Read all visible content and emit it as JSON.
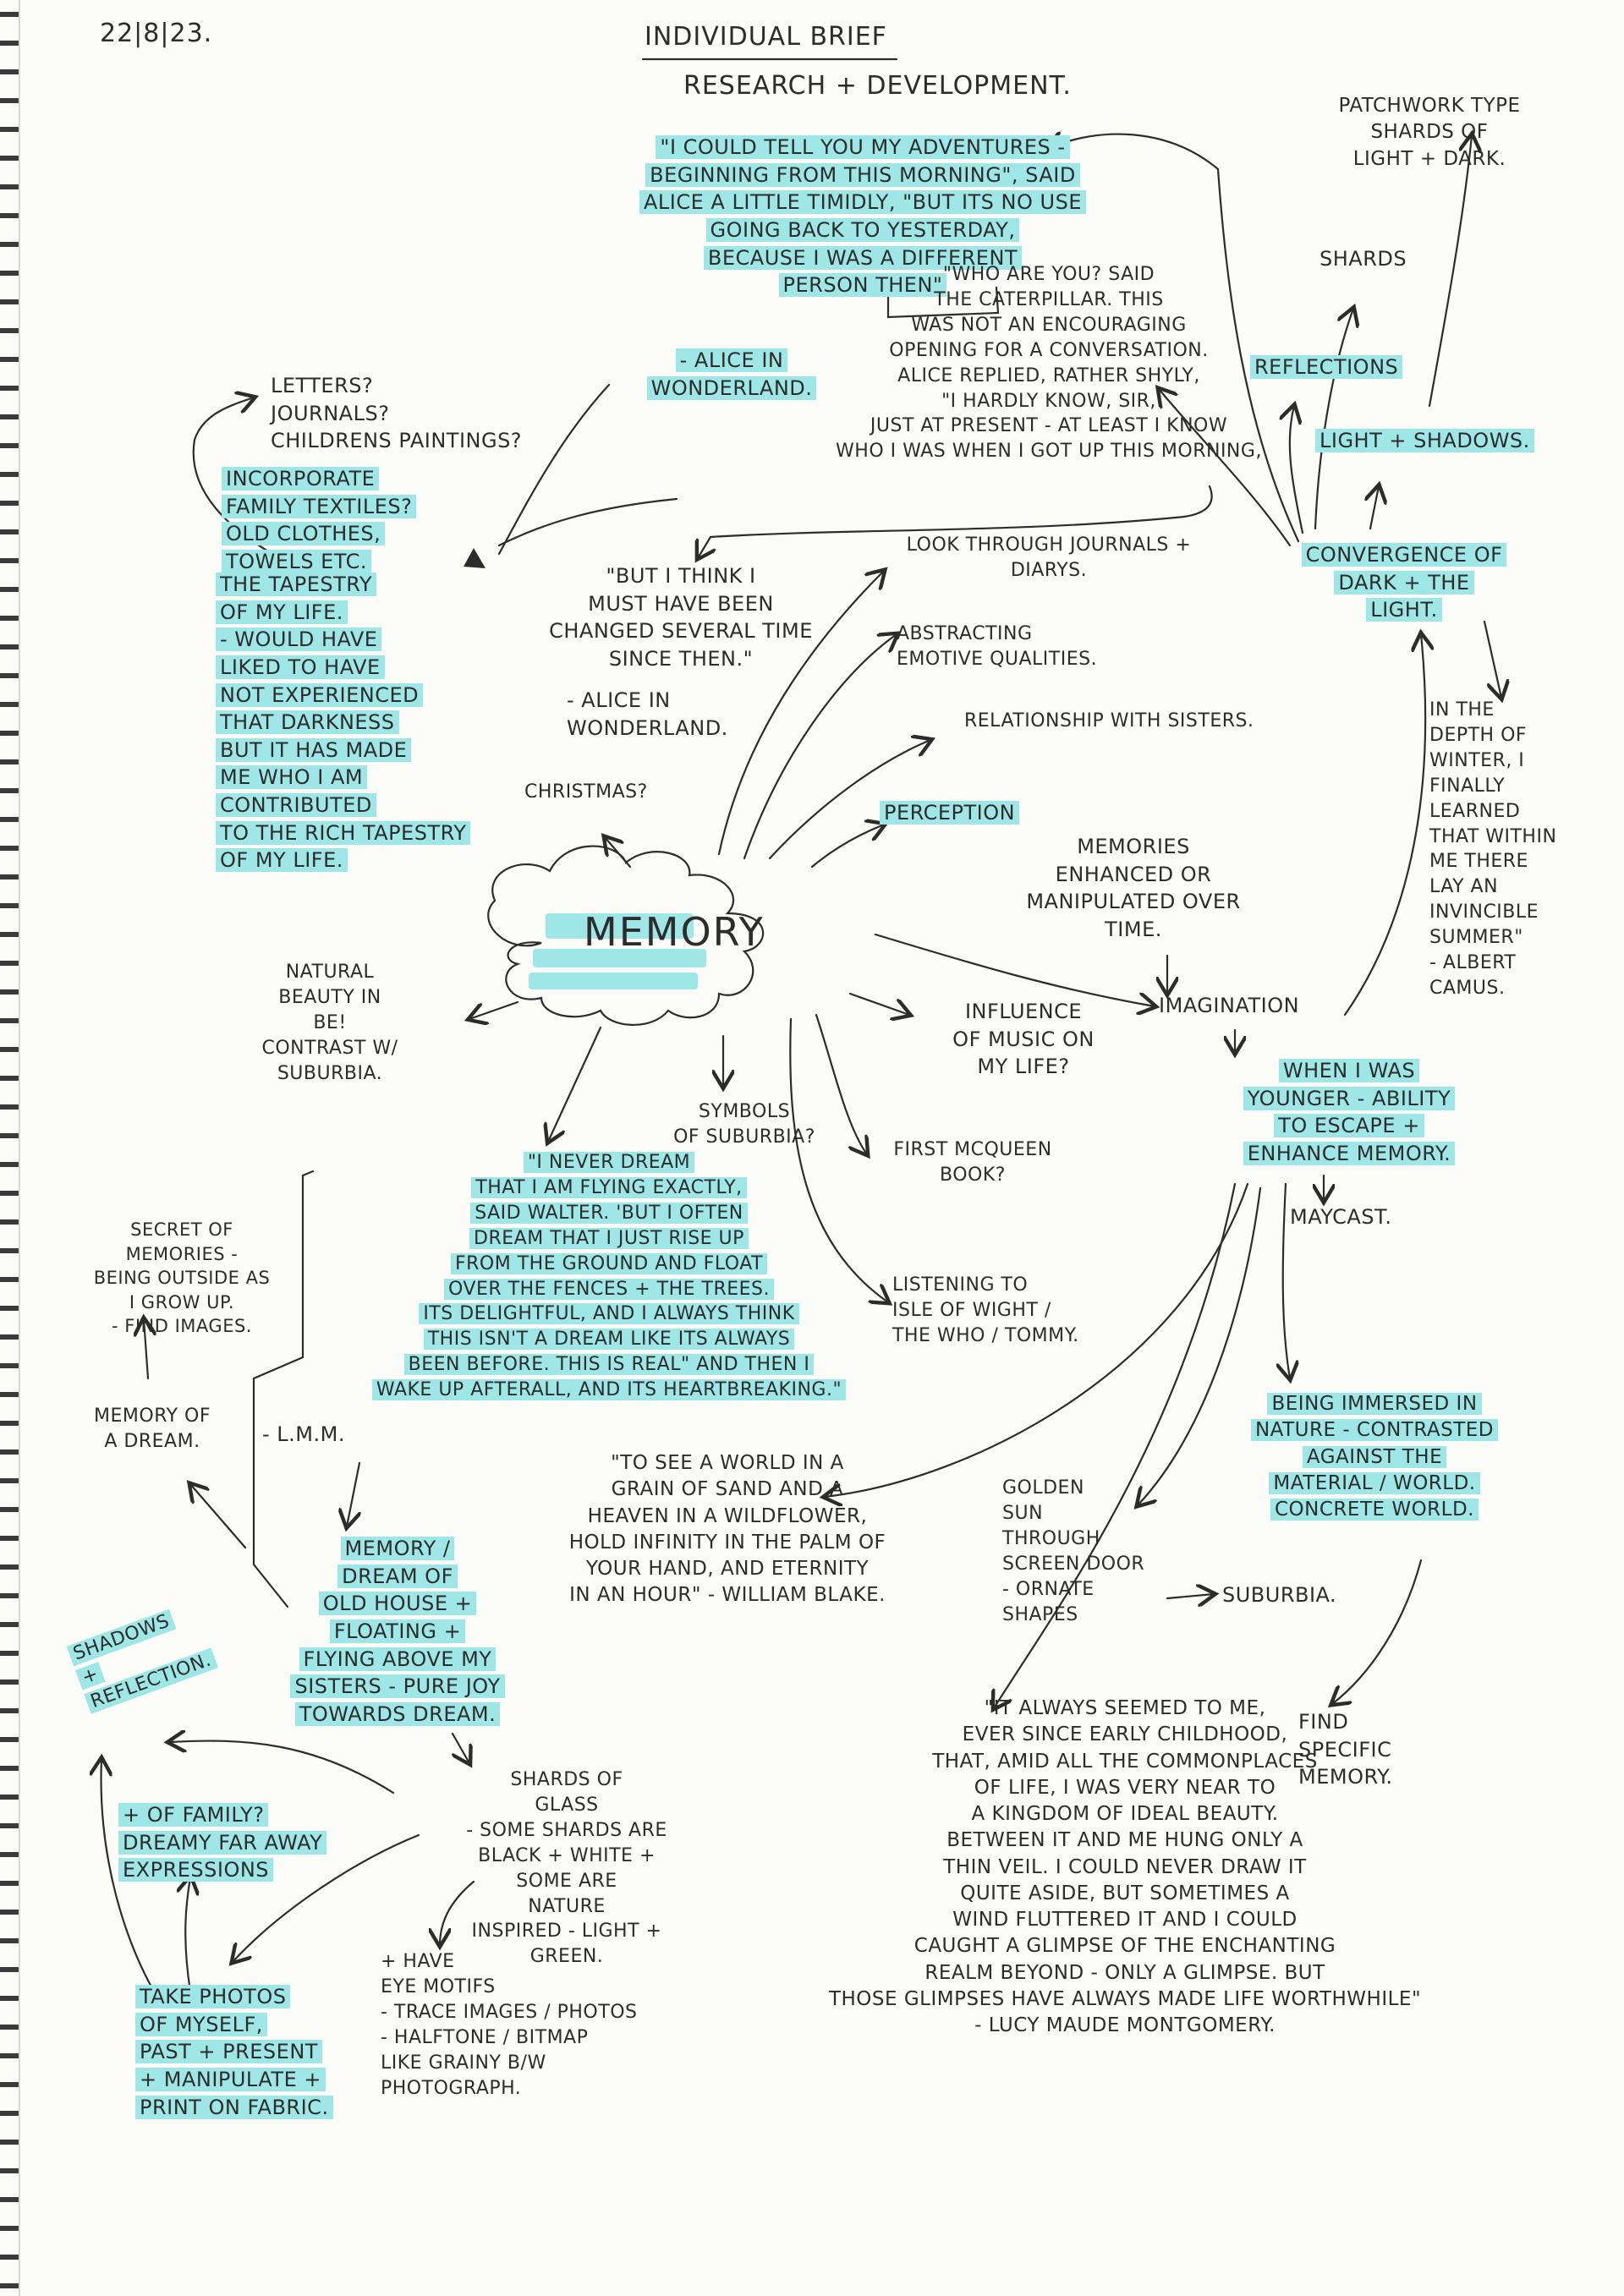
{
  "date": "22|8|23.",
  "header": {
    "title": "INDIVIDUAL BRIEF",
    "subtitle": "RESEARCH + DEVELOPMENT."
  },
  "center": "MEMORY",
  "quotes": {
    "alice_adventures": "\"I could tell you my adventures -\nbeginning from this morning\", said\nAlice a little timidly, \"but its no use\ngoing back to yesterday,\nbecause I was a different\nperson then\"",
    "alice_adventures_credit": "- Alice in\nWonderland.",
    "caterpillar": "\"Who are you? said\nthe Caterpillar. This\nwas not an encouraging\nopening for a conversation.\nAlice replied, rather shyly,\n\"I hardly know, sir,\njust at present - at least I know\nwho I was when I got up this morning,",
    "changed": "\"But I think I\nmust have been\nchanged several time\nsince then.\"",
    "changed_credit": "- Alice in\nWonderland.",
    "camus": "In the\ndepth of\nwinter, I\nfinally\nlearned\nthat within\nme there\nlay an\ninvincible\nsummer\"\n- Albert\nCamus.",
    "walter": "\"I never dream\nthat I am flying exactly,\nsaid Walter. 'But I often\ndream that I just rise up\nfrom the ground and float\nover the fences + the trees.\nIts delightful, and I always think\nthis isn't a dream like its always\nbeen before. This is real\" and then I\nwake up afterall, and its heartbreaking.\"",
    "walter_credit": "- L.M.M.",
    "blake": "\"To see a world in a\ngrain of sand and a\nheaven in a wildflower,\nhold infinity in the palm of\nyour hand, and eternity\nin an hour\" - William Blake.",
    "montgomery": "\"It always seemed to me,\never since early childhood,\nthat, amid all the commonplaces\nof life, I was very near to\na kingdom of ideal beauty.\nBetween it and me hung only a\nthin veil. I could never draw it\nquite aside, but sometimes a\nwind fluttered it and I could\ncaught a glimpse of the enchanting\nrealm beyond - only a glimpse. But\nthose glimpses have always made life worthwhile\"\n- Lucy Maude Montgomery."
  },
  "notes": {
    "patchwork": "Patchwork type\nshards of\nlight + dark.",
    "shards": "Shards",
    "reflections": "Reflections",
    "light_shadows": "Light + Shadows.",
    "convergence": "Convergence of\ndark + the\nlight.",
    "letters": "Letters?\nJournals?\nChildrens paintings?",
    "incorporate": "Incorporate\nfamily textiles?\nold clothes,\ntowels etc.",
    "tapestry": "The tapestry\nof my life.\n- Would have\nliked to have\nnot experienced\nthat darkness\nbut it has made\nme who I am\ncontributed\nto the rich tapestry\nof my life.",
    "look_through": "Look through journals +\ndiarys.",
    "abstracting": "Abstracting\nemotive qualities.",
    "relationship": "Relationship with sisters.",
    "christmas": "Christmas?",
    "perception": "Perception",
    "memories_enhanced": "Memories\nenhanced or\nmanipulated over\ntime.",
    "natural_beauty": "Natural\nbeauty in\nBE!\ncontrast w/\nsuburbia.",
    "influence_music": "Influence\nof music on\nmy life?",
    "imagination": "Imagination",
    "when_younger": "When I was\nyounger - ability\nto escape +\nenhance memory.",
    "symbols": "Symbols\nof suburbia?",
    "first_mcqueen": "First McQueen\nbook?",
    "secret_memories": "Secret of\nmemories -\nbeing outside as\nI grow up.\n- Find images.",
    "memory_dream": "Memory of\na dream.",
    "listening": "Listening to\nIsle of Wight /\nthe Who / Tommy.",
    "maycast": "Maycast.",
    "immersed": "Being immersed in\nnature - contrasted\nagainst the\nmaterial / world.\nconcrete world.",
    "golden_sun": "Golden\nsun\nthrough\nscreen door\n- ornate\nshapes",
    "suburbia": "Suburbia.",
    "memory_of_old_house": "Memory /\ndream of\nold house +\nfloating +\nflying above my\nsisters - pure joy\ntowards dream.",
    "shadows_reflection": "Shadows\n+\nreflection.",
    "of_family": "+ of family?\ndreamy far away\nexpressions",
    "shards_of_glass": "Shards of\nglass\n- some shards are\nblack + white +\nsome are\nnature\ninspired - light +\ngreen.",
    "eye_motifs": "+ have\neye motifs\n- trace images / photos\n- halftone / bitmap\nlike grainy B/W\nphotograph.",
    "take_photos": "Take photos\nof myself,\npast + present\n+ manipulate +\nprint on fabric.",
    "find_specific": "Find\nspecific\nmemory."
  },
  "colors": {
    "highlight": "#9fe7e6",
    "ink": "#2c2c2c",
    "paper": "#fbfbf8"
  }
}
